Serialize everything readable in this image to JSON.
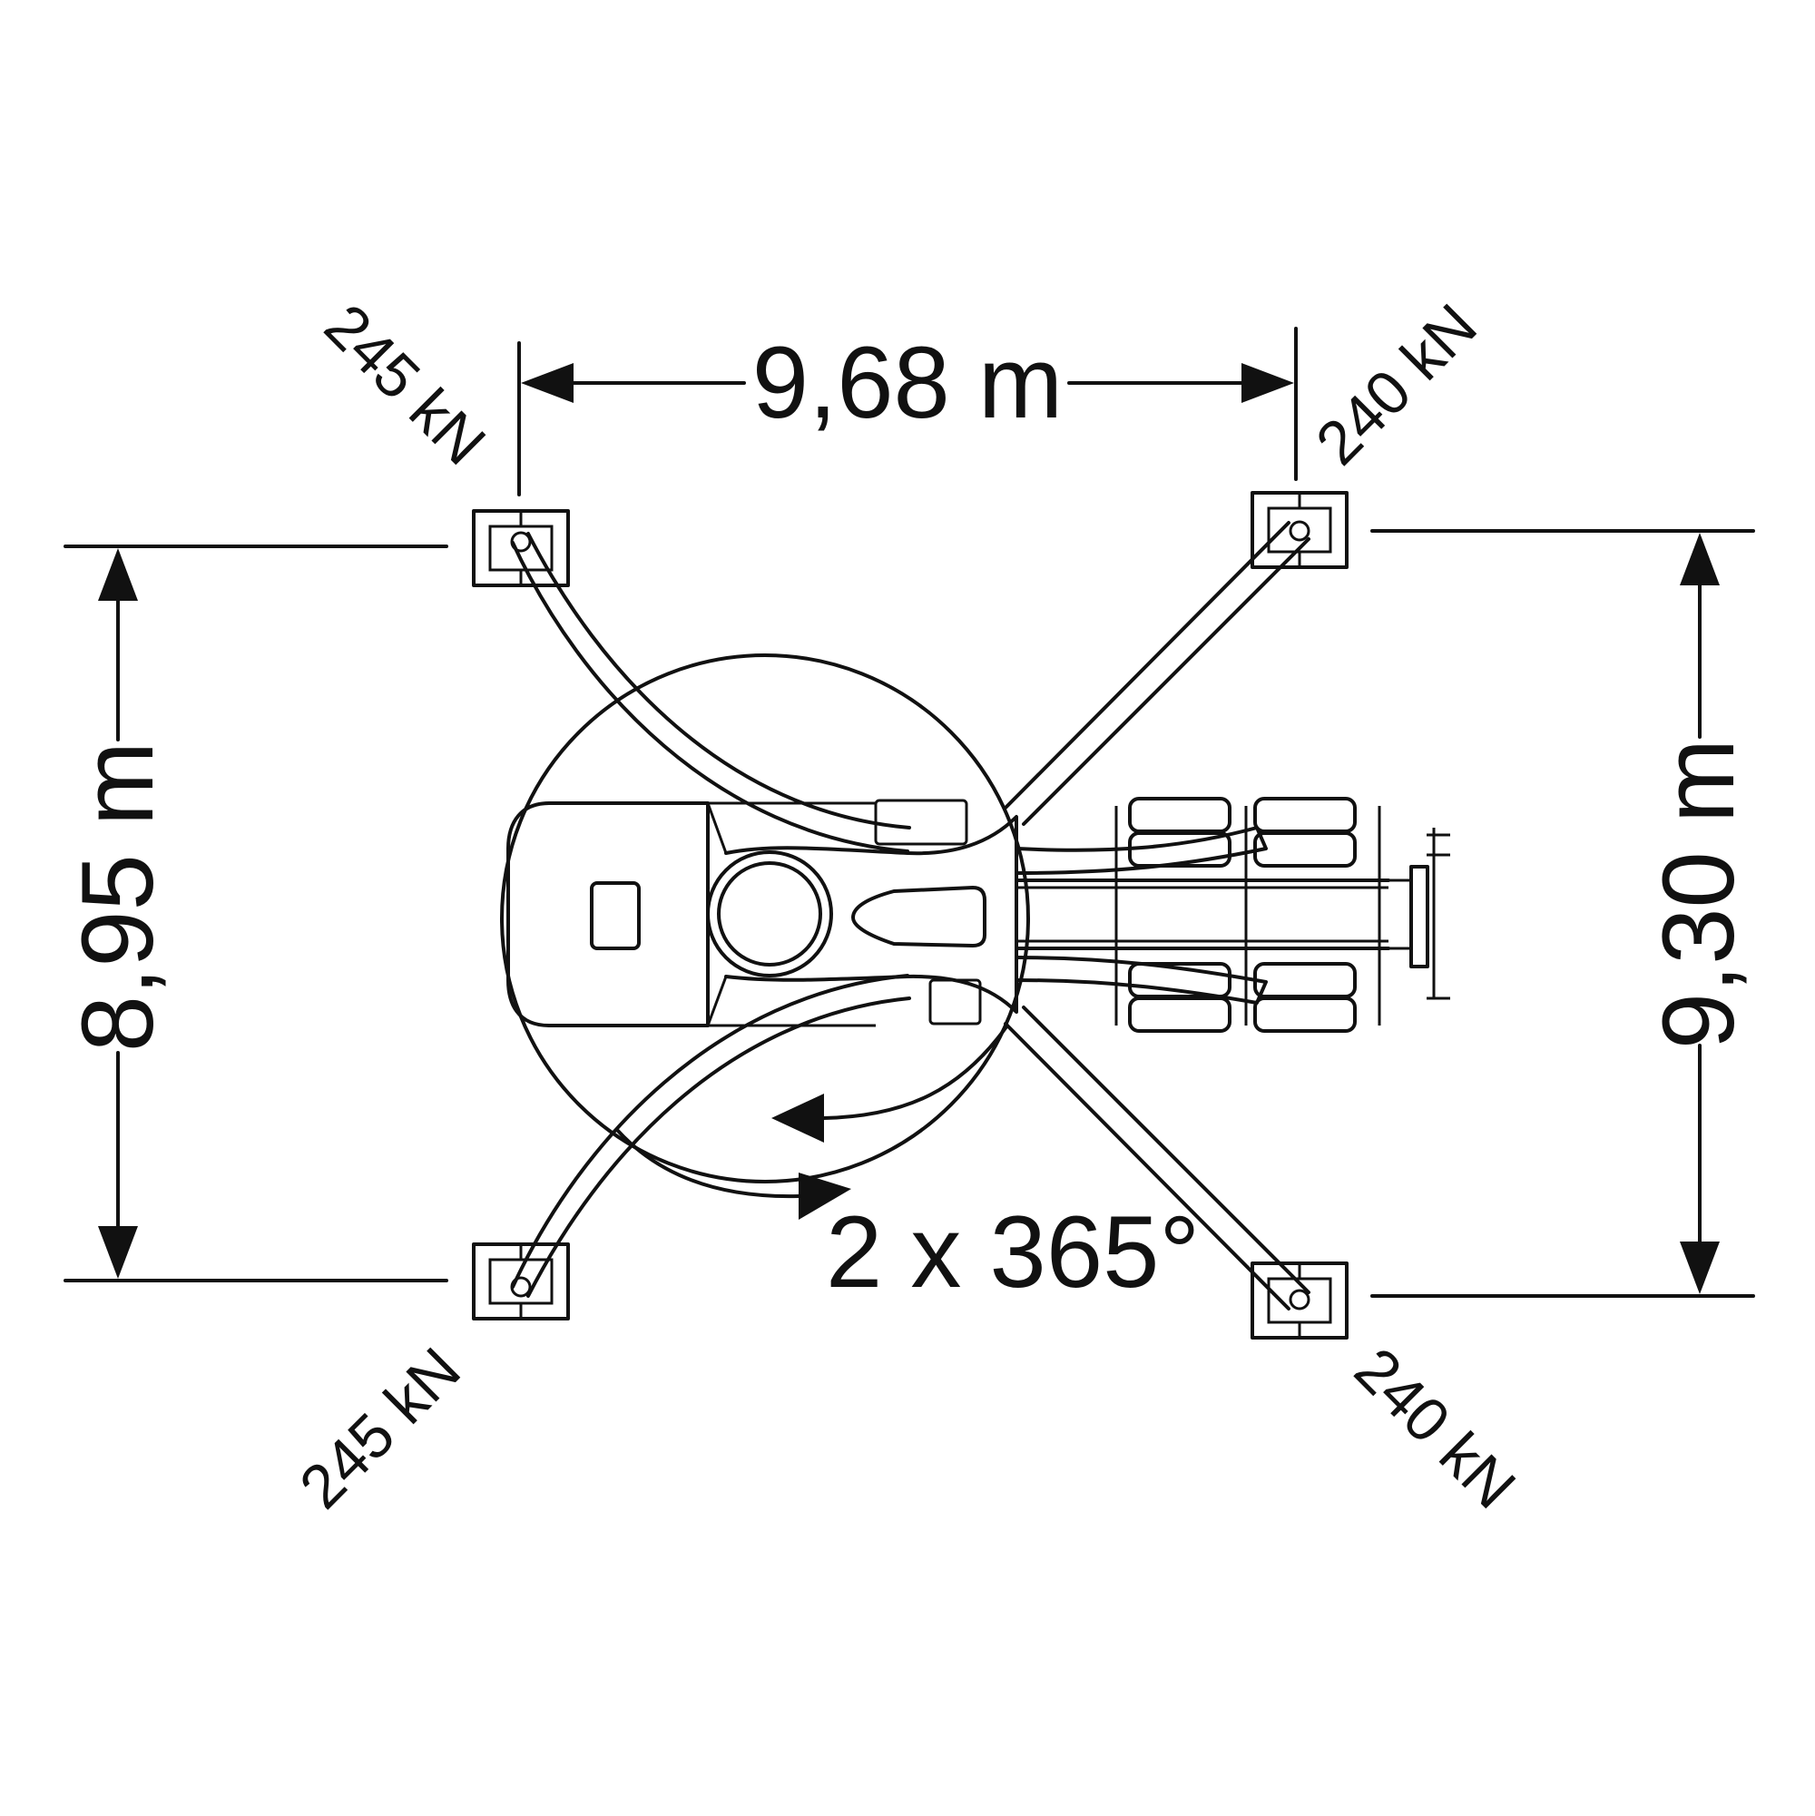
{
  "dimensions": {
    "width": "9,68 m",
    "left_height": "8,95 m",
    "right_height": "9,30 m"
  },
  "loads": {
    "front_left": "245 kN",
    "rear_left": "245 kN",
    "front_right": "240 kN",
    "rear_right": "240 kN"
  },
  "slewing": "2 x 365°",
  "colors": {
    "line": "#111111",
    "background": "#ffffff"
  }
}
